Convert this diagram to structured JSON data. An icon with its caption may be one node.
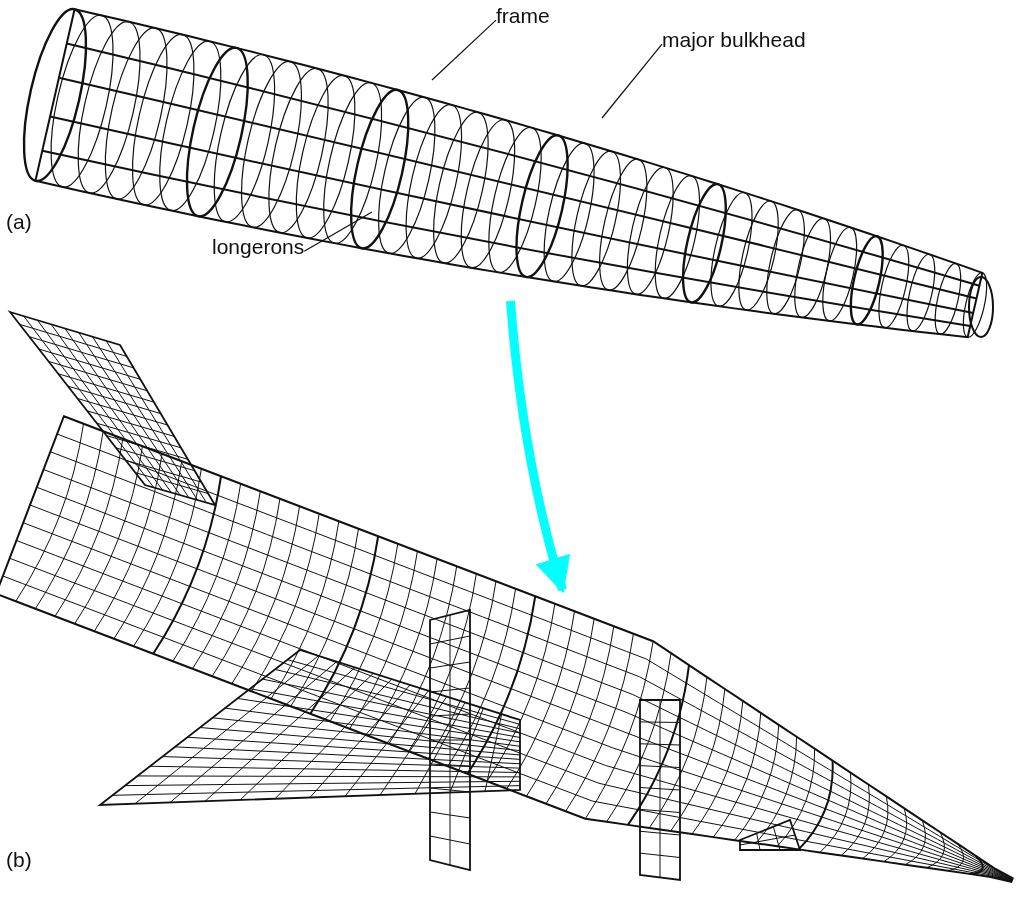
{
  "diagram": {
    "nodes": [
      {
        "text": [],
        "shape": "picture",
        "beside": [
          "(a)"
        ]
      },
      {
        "text": [],
        "shape": "picture",
        "beside": [
          "(b)"
        ]
      },
      {
        "text": [
          "frame"
        ]
      },
      {
        "text": [
          "major bulkhead"
        ]
      },
      {
        "text": [
          "longerons"
        ]
      }
    ],
    "edges": [
      {
        "from": 0,
        "to": 1,
        "arrow": "to",
        "style": "thick",
        "color": "#00ffff"
      },
      {
        "from": 2,
        "to": 0,
        "arrow": "none"
      },
      {
        "from": 3,
        "to": 0,
        "arrow": "none"
      },
      {
        "from": 4,
        "to": 0,
        "arrow": "none"
      }
    ]
  }
}
